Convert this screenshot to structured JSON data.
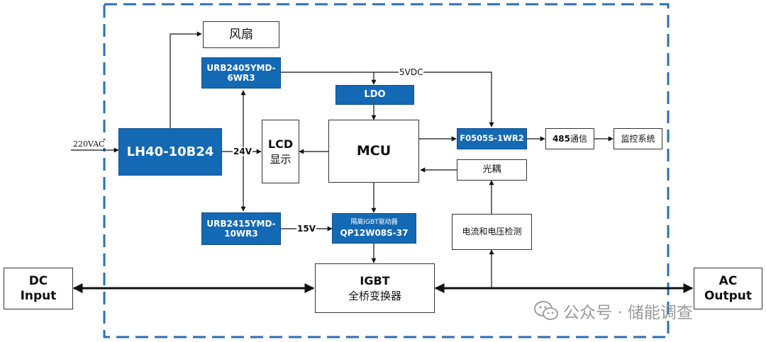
{
  "blocks": {
    "fan": "风扇",
    "urb2405": "URB2405YMD-\n6WR3",
    "ldo": "LDO",
    "lh40": "LH40-10B24",
    "lcd_title": "LCD",
    "lcd_sub": "显示",
    "mcu": "MCU",
    "f0505": "F0505S-1WR2",
    "rs485_num": "485",
    "rs485_text": "通信",
    "monitor": "监控系统",
    "optocoupler": "光耦",
    "urb2415": "URB2415YMD-\n10WR3",
    "driver_small": "隔离IGBT驱动器",
    "driver_main": "QP12W08S-37",
    "sensing": "电流和电压检测",
    "dc_input": "DC\nInput",
    "igbt_title": "IGBT",
    "igbt_sub": "全桥变换器",
    "ac_output": "AC\nOutput"
  },
  "labels": {
    "v220ac": "220VAC",
    "v24": "24V",
    "v5dc": "5VDC",
    "v15": "15V"
  },
  "watermark": {
    "icon": "wechat-icon",
    "text": "公众号 · 储能调查"
  },
  "colors": {
    "blue_block": "#1469b5",
    "dashed_border": "#2f6db5",
    "line": "#111111"
  }
}
